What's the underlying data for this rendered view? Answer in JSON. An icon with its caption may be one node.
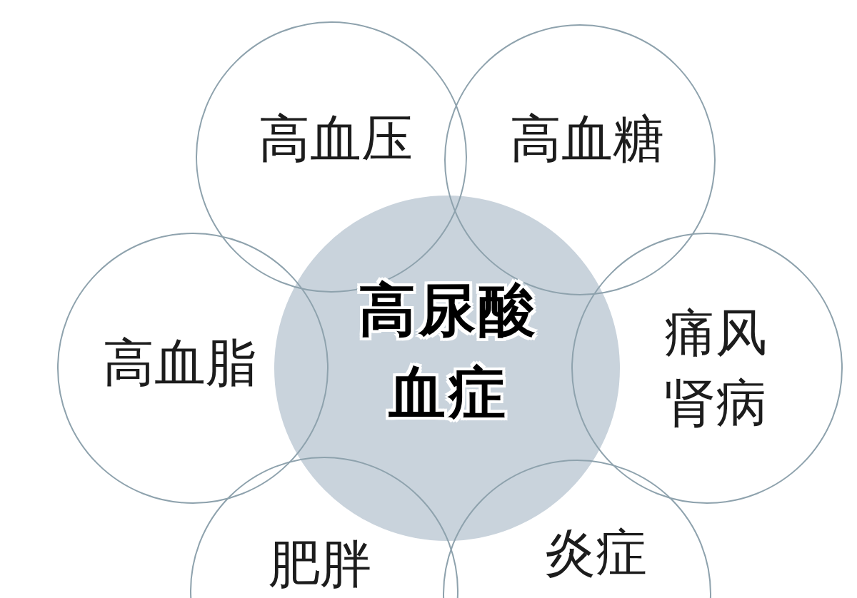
{
  "diagram": {
    "nodes": [
      {
        "text": [
          "高血压"
        ]
      },
      {
        "text": [
          "高血糖"
        ]
      },
      {
        "text": [
          "高血脂"
        ]
      },
      {
        "text": [
          "高尿酸血症"
        ]
      },
      {
        "text": [
          "痛风肾病"
        ]
      },
      {
        "text": [
          "肥胖"
        ]
      },
      {
        "text": [
          "炎症"
        ]
      }
    ]
  }
}
